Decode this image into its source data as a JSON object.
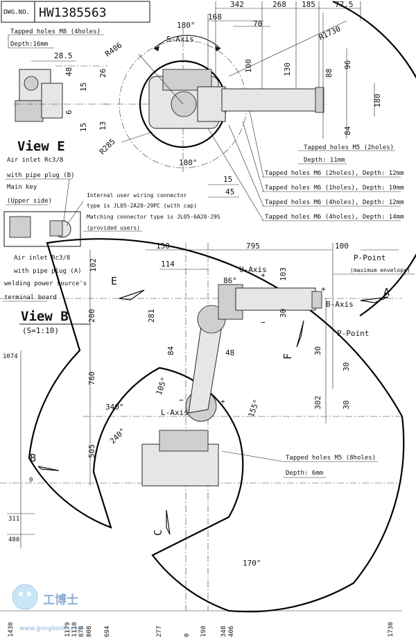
{
  "header": {
    "dwg_label": "DWG.NO.",
    "dwg_number": "HW1385563"
  },
  "top_dims": [
    "342",
    "268",
    "185",
    "77.5",
    "168",
    "70"
  ],
  "s_axis": {
    "label": "S-Axis",
    "angle_top": "180°",
    "angle_bottom": "180°"
  },
  "radii": {
    "r406": "R406",
    "r285": "R285",
    "r1730": "R1730"
  },
  "top_view_dims": {
    "v100": "100",
    "v130": "130",
    "v88": "88",
    "v96": "96",
    "v180": "180",
    "v84": "84",
    "v15": "15",
    "v45": "45"
  },
  "view_e": {
    "title": "View E",
    "tapped_m8": "Tapped holes M8 (4holes)",
    "depth16": "Depth:16mm",
    "d28_5": "28.5",
    "d48": "48",
    "d26": "26",
    "d15a": "15",
    "d6": "6",
    "d15b": "15",
    "d13": "13"
  },
  "view_b_notes": {
    "air_inlet_b": "Air inlet Rc3/8",
    "pipe_plug_b": "with pipe plug (B)",
    "main_key": "Main key",
    "upper_side": "(Upper side)",
    "connector_line1": "Internal user wiring connector",
    "connector_line2": "type is JL05-2A20-29PC (with cap)",
    "connector_line3": "Matching connector type is JL05-6A20-29S",
    "connector_line4": "(provided users)",
    "air_inlet_a": "Air inlet Rc3/8",
    "pipe_plug_a": "with pipe plug (A)",
    "welding1": "welding power source's",
    "welding2": "terminal board"
  },
  "tapped_holes": {
    "m5_2": "Tapped holes M5 (2holes)",
    "depth11": "Depth: 11mm",
    "m6_2": "Tapped holes M6 (2holes), Depth: 12mm",
    "m6_1": "Tapped holes M6 (1holes), Depth: 10mm",
    "m6_4a": "Tapped holes M6 (4holes), Depth: 12mm",
    "m6_4b": "Tapped holes M6 (4holes), Depth: 14mm",
    "m5_8": "Tapped holes M5 (8holes)",
    "depth6": "Depth: 6mm"
  },
  "side_view": {
    "view_b": "View B",
    "scale": "(S=1:10)",
    "label_e": "E",
    "label_a": "A",
    "label_b": "B",
    "label_c": "C",
    "label_f": "F",
    "u_axis": "U-Axis",
    "b_axis": "B-Axis",
    "l_axis": "L-Axis",
    "p_point": "P-Point",
    "p_point_top": "P-Point",
    "max_env": "(maximum envelope)",
    "a86": "86°",
    "a105": "105°",
    "a155": "155°",
    "a340": "340°",
    "a240": "240°",
    "a170": "170°",
    "d150": "150",
    "d795": "795",
    "d100": "100",
    "d114": "114",
    "d102": "102",
    "d103": "103",
    "d200": "200",
    "d281": "281",
    "d30a": "30",
    "d84": "84",
    "d48": "48",
    "d30b": "30",
    "d30c": "30",
    "d760": "760",
    "d30d": "30",
    "d302": "302",
    "d505": "505",
    "plus": "+",
    "minus": "−"
  },
  "left_dims": {
    "d1074": "1074",
    "d0": "0",
    "d311": "311",
    "d480": "480"
  },
  "bottom_dims": [
    "1430",
    "1179",
    "1110",
    "878",
    "808",
    "694",
    "277",
    "0",
    "190",
    "348",
    "406",
    "1730"
  ],
  "watermark": {
    "brand": "工博士",
    "site": "www.gongboshi.com"
  }
}
